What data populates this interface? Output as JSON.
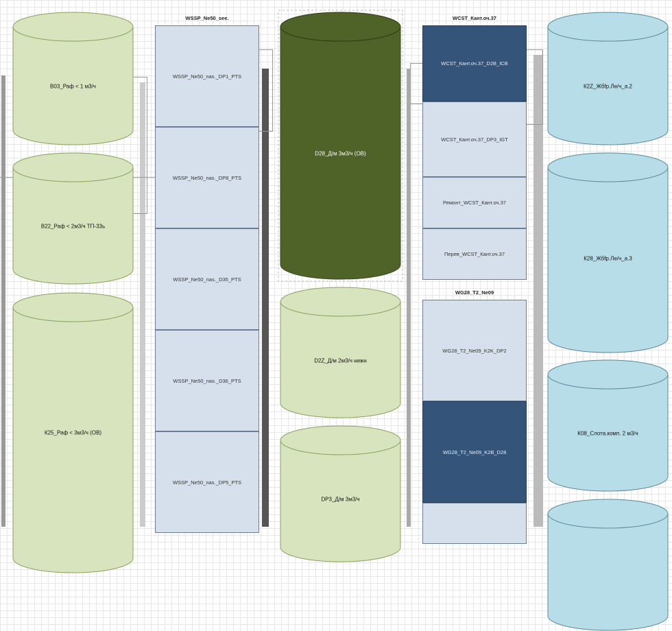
{
  "colors": {
    "green_cyl": "#d7e4bd",
    "green_dark": "#4f6228",
    "blue_cyl": "#b7dde8",
    "box_light": "#d6e0ec",
    "box_dark": "#35547a"
  },
  "col1": [
    "В03_Раф < 1 м3/ч",
    "В22_Раф < 2м3/ч ТП-33ь",
    "К25_Раф < 3м3/ч (ОВ)"
  ],
  "col2": {
    "title": "WSSP_Ne50_see.",
    "boxes": [
      "WSSP_Ne50_nas._DP1_PTS",
      "WSSP_Ne50_nas._DP8_PTS",
      "WSSP_Ne50_nas._D35_PTS",
      "WSSP_Ne50_nas._D36_PTS",
      "WSSP_Ne50_nas._DP5_PTS"
    ]
  },
  "col3": [
    "D28_Д/м 3м3/ч (ОВ)",
    "D2Z_Д/м 2м3/ч нижн",
    "DP3_Д/м 3м3/ч"
  ],
  "col4": {
    "title1": "WCST_Кант.оч.37",
    "boxes1": [
      "WCST_Кант.оч.37_D2B_ICB",
      "WCST_Кант.оч.37_DP3_IGT",
      "Ремонт_WCST_Кант.оч.37",
      "Перев_WCST_Кант.оч.37"
    ],
    "title2": "WG28_T2_Ne09",
    "boxes2": [
      "WG28_T2_Ne09_K2K_DP2",
      "WG28_T2_Ne09_K2B_D28",
      ""
    ]
  },
  "col5": [
    "К2Z_Жбfр.Ле/ч_а.2",
    "К28_Жбfр.Ле/ч_а.3",
    "К08_Слота.комп. 2 м3/ч",
    ""
  ]
}
